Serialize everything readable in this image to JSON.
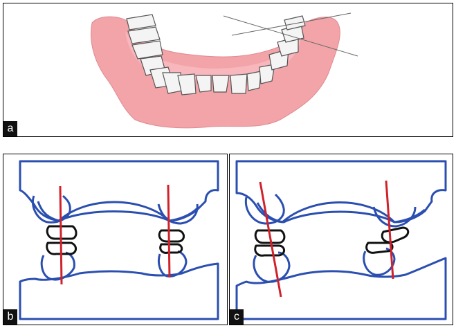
{
  "figure": {
    "panels": [
      {
        "label": "a",
        "content": "lower-denture-illustration"
      },
      {
        "label": "b",
        "content": "occlusion-diagram-vertical"
      },
      {
        "label": "c",
        "content": "occlusion-diagram-tilted"
      }
    ]
  },
  "colors": {
    "gum": "#f2a4a8",
    "gum_shadow": "#e4878d",
    "tooth": "#f4f4f4",
    "tooth_outline": "#555555",
    "diagram_outline": "#2b4fb0",
    "axis_line": "#d0222a",
    "contact_outline": "#111111"
  }
}
